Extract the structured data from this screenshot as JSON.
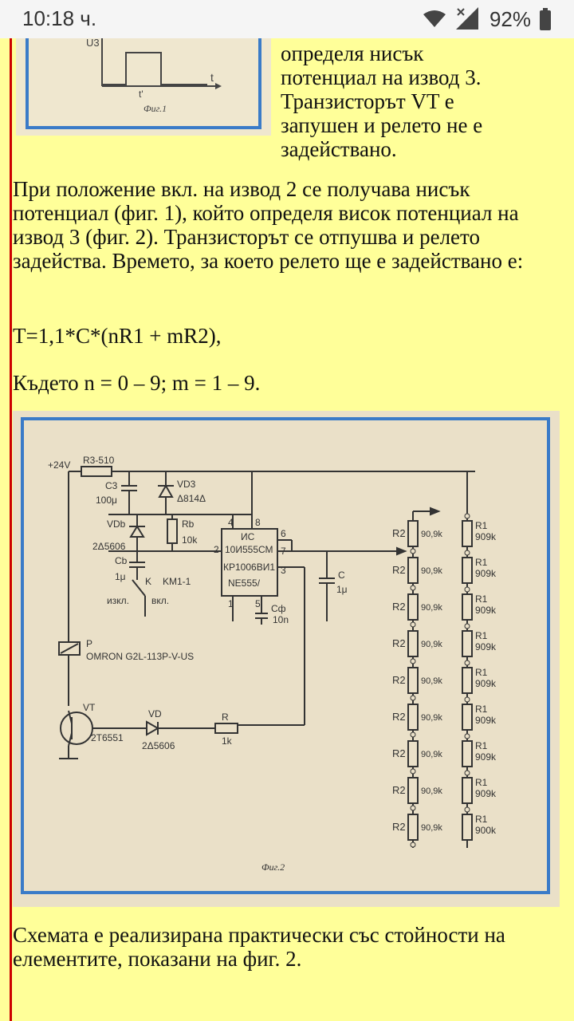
{
  "status_bar": {
    "time": "10:18 ч.",
    "battery": "92%",
    "icons": [
      "wifi-icon",
      "signal-icon",
      "battery-icon"
    ]
  },
  "article": {
    "fig1_side_lines": [
      "определя нисък",
      "потенциал на извод 3.",
      "Транзисторът VT е",
      "запушен и релето не е",
      "задействано."
    ],
    "paragraph1": "При положение вкл. на извод 2 се получава нисък потенциал (фиг. 1), който определя висок потенциал на извод 3 (фиг. 2). Транзисторът се отпушва и релето задейства. Времето, за което релето ще е задействано е:",
    "formula": "T=1,1*C*(nR1 + mR2),",
    "where": "Където n = 0 – 9; m = 1 – 9.",
    "paragraph4": "Схемата е реализирана практически със стойности на елементите, показани на фиг. 2."
  },
  "fig1": {
    "axis_y": "U3",
    "axis_x": "t",
    "tick": "t'",
    "caption": "Фиг.1"
  },
  "fig2": {
    "caption": "Фиг.2",
    "labels": {
      "supply": "+24V",
      "r3": "R3-510",
      "c3": "C3",
      "c3v": "100μ",
      "vd3": "VD3",
      "vd3v": "Δ814Δ",
      "vdb": "VDb",
      "vdbv": "2Δ5606",
      "rb": "Rb",
      "rbv": "10k",
      "cb": "Cb",
      "cbv": "1μ",
      "k": "K",
      "km": "KM1-1",
      "off": "изкл.",
      "on": "вкл.",
      "ic1": "ИС",
      "ic2": "10И555СМ",
      "ic3": "КР1006ВИ1",
      "ic4": "NE555/",
      "pin4": "4",
      "pin8": "8",
      "pin6": "6",
      "pin2": "2",
      "pin7": "7",
      "pin3": "3",
      "pin1": "1",
      "pin5": "5",
      "cf": "Cф",
      "cfv": "10n",
      "c": "C",
      "cv": "1μ",
      "p": "P",
      "relay": "OMRON G2L-113P-V-US",
      "vt": "VT",
      "vtv": "2T6551",
      "vd": "VD",
      "vdv": "2Δ5606",
      "r": "R",
      "rv": "1k"
    },
    "r2_label": "R2",
    "r2_value": "90,9k",
    "r1_label": "R1",
    "r1_values": [
      "909k",
      "909k",
      "909k",
      "909k",
      "909k",
      "909k",
      "909k",
      "909k",
      "900k"
    ]
  }
}
